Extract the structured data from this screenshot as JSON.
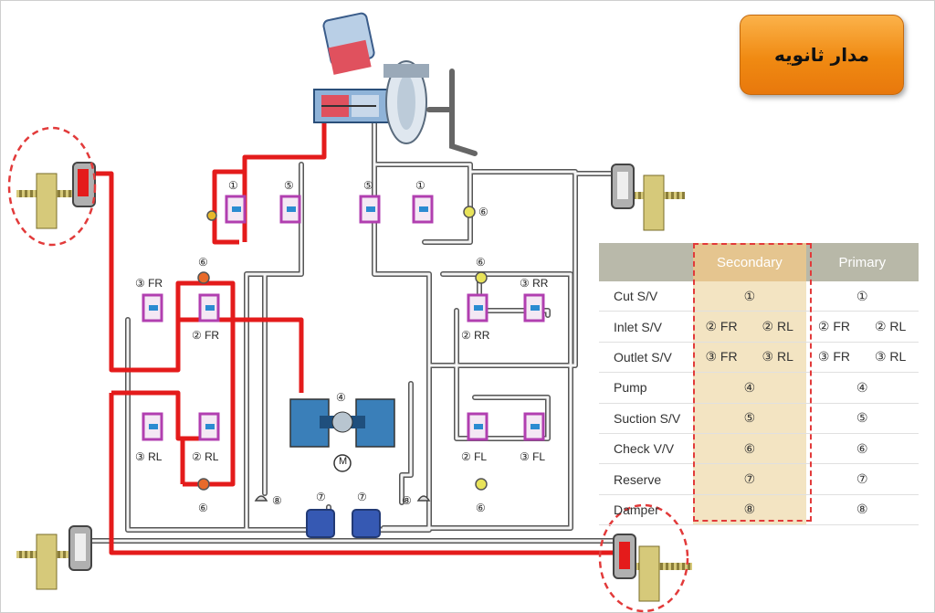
{
  "title": "مدار ثانويه",
  "table": {
    "headers": [
      "",
      "Secondary",
      "Primary"
    ],
    "rows": [
      {
        "name": "Cut S/V",
        "secondary": [
          "①"
        ],
        "primary": [
          "①"
        ]
      },
      {
        "name": "Inlet S/V",
        "secondary": [
          "② FR",
          "② RL"
        ],
        "primary": [
          "② FR",
          "② RL"
        ]
      },
      {
        "name": "Outlet S/V",
        "secondary": [
          "③ FR",
          "③ RL"
        ],
        "primary": [
          "③ FR",
          "③ RL"
        ]
      },
      {
        "name": "Pump",
        "secondary": [
          "④"
        ],
        "primary": [
          "④"
        ]
      },
      {
        "name": "Suction S/V",
        "secondary": [
          "⑤"
        ],
        "primary": [
          "⑤"
        ]
      },
      {
        "name": "Check V/V",
        "secondary": [
          "⑥"
        ],
        "primary": [
          "⑥"
        ]
      },
      {
        "name": "Reserve",
        "secondary": [
          "⑦"
        ],
        "primary": [
          "⑦"
        ]
      },
      {
        "name": "Damper",
        "secondary": [
          "⑧"
        ],
        "primary": [
          "⑧"
        ]
      }
    ]
  },
  "diagram_labels": {
    "cut_left": "①",
    "cut_right": "①",
    "suction_left": "⑤",
    "suction_right": "⑤",
    "check_top_left": "⑥",
    "check_top_right": "⑥",
    "check_bottom_left": "⑥",
    "check_bottom_right": "⑥",
    "check_center_right": "⑥",
    "pump": "④",
    "motor": "M",
    "reserve_left": "⑦",
    "reserve_right": "⑦",
    "damper_left": "⑧",
    "damper_right": "⑧",
    "outlet_fr": "③ FR",
    "inlet_fr": "② FR",
    "outlet_rl": "③ RL",
    "inlet_rl": "② RL",
    "outlet_rr": "③ RR",
    "inlet_rr": "② RR",
    "inlet_fl": "② FL",
    "outlet_fl": "③ FL"
  },
  "colors": {
    "secondary_circuit": "#e41b1b",
    "primary_circuit": "#f2f2f2",
    "pipe_outline": "#555555",
    "valve": "#b13fb0",
    "title_bg": "#f39a22",
    "highlight": "#e23a3a"
  }
}
